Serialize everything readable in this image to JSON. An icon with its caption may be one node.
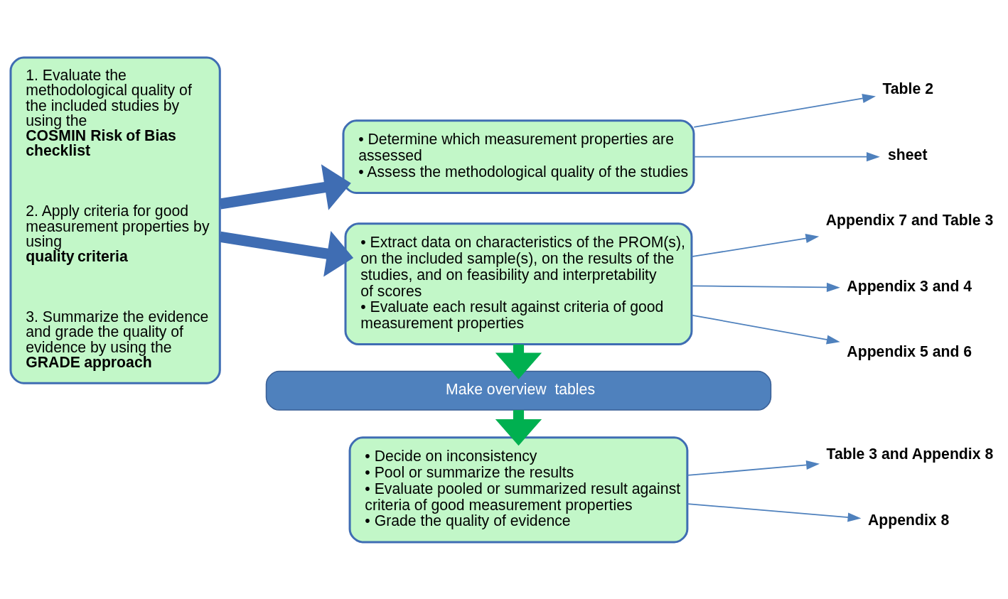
{
  "diagram": {
    "nodes": [
      {
        "text": [
          "1. Evaluate the methodological quality of the included studies by using the **COSMIN Risk of Bias checklist**",
          "2. Apply criteria for good measurement properties by using **quality criteria**",
          "3. Summarize the evidence and grade the quality of evidence by using the **GRADE approach**"
        ]
      },
      {
        "text": [
          "• Determine which measurement properties are assessed",
          "• Assess the methodological quality of the studies"
        ]
      },
      {
        "text": [
          "• Extract data on characteristics of the PROM(s), on the included sample(s), on the results of the studies, and on feasibility and interpretability of scores",
          "• Evaluate each result against criteria of good measurement properties"
        ]
      },
      {
        "text": [
          "Make overview  tables"
        ]
      },
      {
        "text": [
          "• Decide on inconsistency",
          "• Pool or summarize the results",
          "• Evaluate pooled or summarized result against criteria of good measurement properties",
          "• Grade the quality of evidence"
        ]
      },
      {
        "text": [
          "Table 2"
        ]
      },
      {
        "text": [
          "sheet"
        ]
      },
      {
        "text": [
          "Appendix 7 and Table 3"
        ]
      },
      {
        "text": [
          "Appendix 3 and 4"
        ]
      },
      {
        "text": [
          "Appendix 5 and 6"
        ]
      },
      {
        "text": [
          "Table 3 and Appendix 8"
        ]
      },
      {
        "text": [
          "Appendix 8"
        ]
      }
    ],
    "edges": [
      {
        "from": 0,
        "to": 1,
        "arrow": "to",
        "style": "thick",
        "color": "#3f6db3"
      },
      {
        "from": 0,
        "to": 2,
        "arrow": "to",
        "style": "thick",
        "color": "#3f6db3"
      },
      {
        "from": 2,
        "to": 3,
        "arrow": "to",
        "style": "thick",
        "color": "#00b050"
      },
      {
        "from": 3,
        "to": 4,
        "arrow": "to",
        "style": "thick",
        "color": "#00b050"
      },
      {
        "from": 1,
        "to": 5,
        "arrow": "to"
      },
      {
        "from": 1,
        "to": 6,
        "arrow": "to"
      },
      {
        "from": 2,
        "to": 7,
        "arrow": "to"
      },
      {
        "from": 2,
        "to": 8,
        "arrow": "to"
      },
      {
        "from": 2,
        "to": 9,
        "arrow": "to"
      },
      {
        "from": 4,
        "to": 10,
        "arrow": "to"
      },
      {
        "from": 4,
        "to": 11,
        "arrow": "to"
      }
    ]
  }
}
